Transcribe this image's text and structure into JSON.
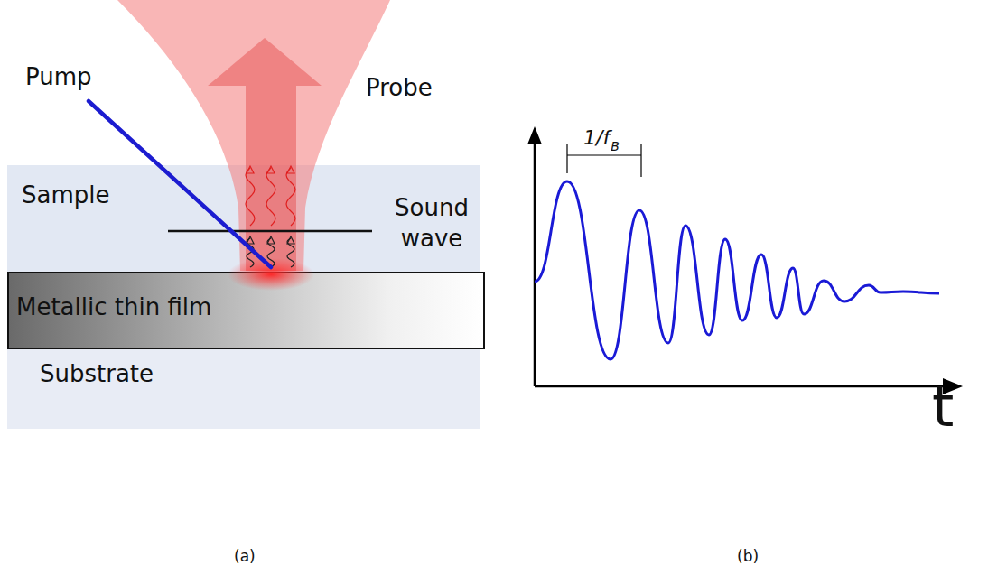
{
  "diagram": {
    "nodes": [
      {
        "text": [
          "Sample"
        ]
      },
      {
        "text": [
          "Metallic thin film"
        ]
      },
      {
        "text": [
          "Substrate"
        ]
      }
    ],
    "labels": [
      "Pump",
      "Probe",
      "Sound wave",
      "1/f",
      "B",
      "t",
      "(a)",
      "(b)"
    ]
  }
}
